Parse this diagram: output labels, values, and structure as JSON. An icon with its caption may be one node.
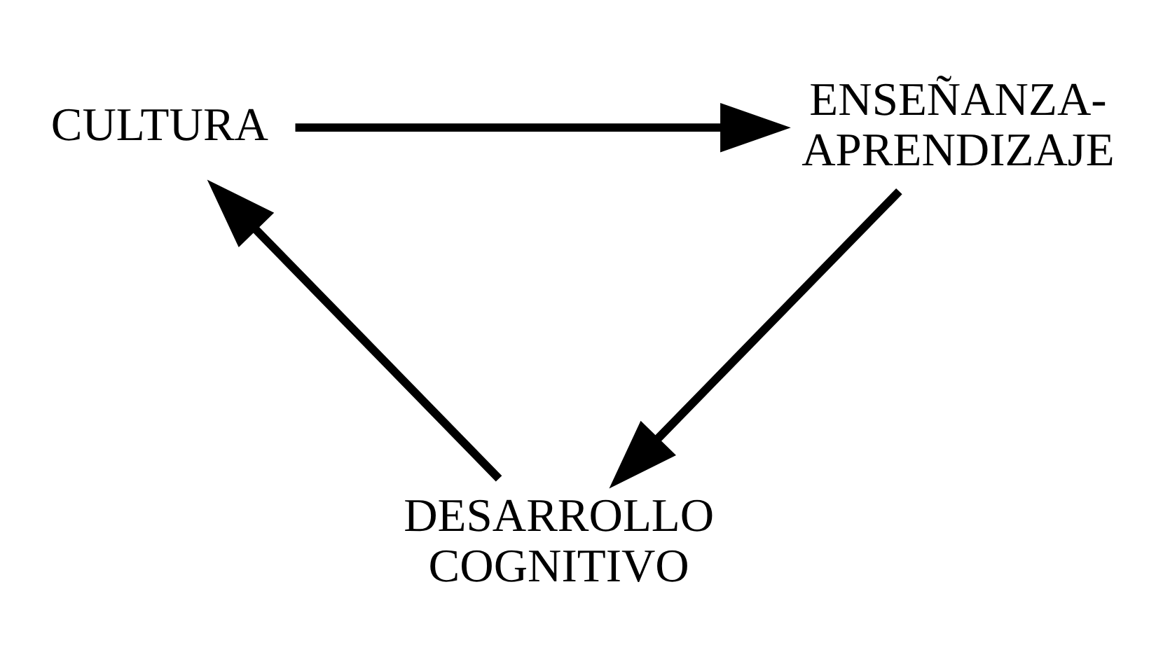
{
  "diagram": {
    "nodes": [
      {
        "text": [
          "CULTURA"
        ]
      },
      {
        "text": [
          "ENSEÑANZA- APRENDIZAJE"
        ]
      },
      {
        "text": [
          "DESARROLLO COGNITIVO"
        ]
      }
    ],
    "edges": [
      {
        "from": 0,
        "to": 1,
        "arrow": "to"
      },
      {
        "from": 1,
        "to": 2,
        "arrow": "to"
      },
      {
        "from": 2,
        "to": 0,
        "arrow": "to"
      }
    ]
  }
}
